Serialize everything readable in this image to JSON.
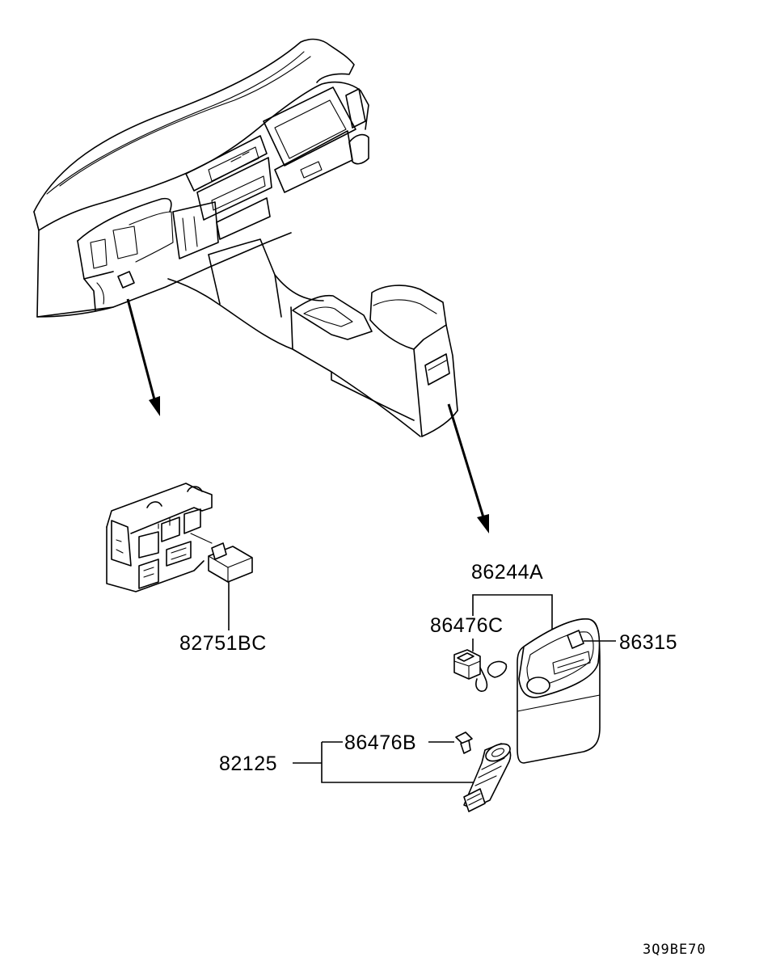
{
  "parts": {
    "relay": "82751BC",
    "ashtray_assy": "86244A",
    "lamp_socket": "86476C",
    "ashtray_inner": "86315",
    "bulb": "86476B",
    "cigar_lighter": "82125"
  },
  "diagram_code": "3Q9BE70"
}
